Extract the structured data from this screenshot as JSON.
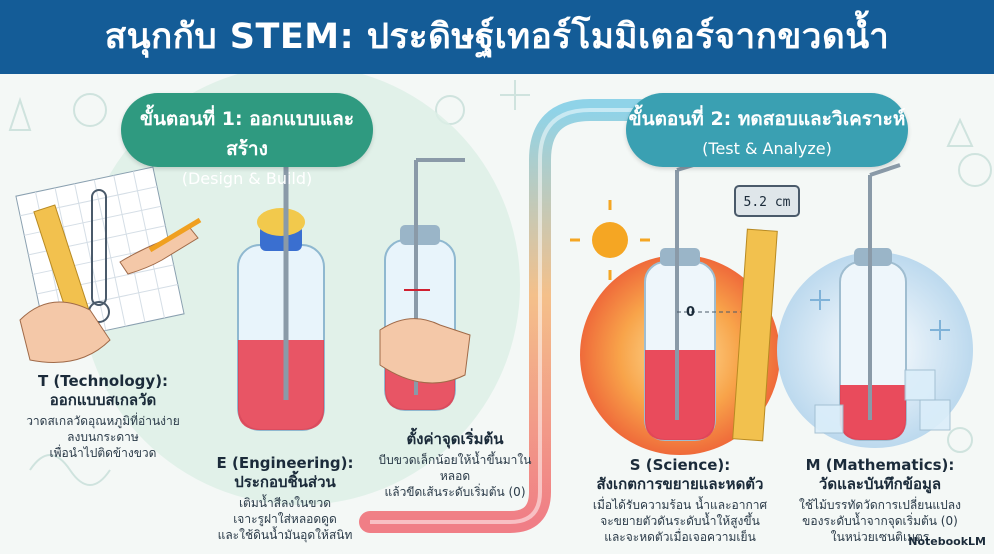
{
  "header": {
    "title": "สนุกกับ STEM: ประดิษฐ์เทอร์โมมิเตอร์จากขวดน้ำ"
  },
  "steps": [
    {
      "label": "ขั้นตอนที่ 1: ออกแบบและสร้าง",
      "label_en": "(Design & Build)"
    },
    {
      "label": "ขั้นตอนที่ 2: ทดสอบและวิเคราะห์",
      "label_en": "(Test & Analyze)"
    }
  ],
  "cards": {
    "technology": {
      "title": "T (Technology):",
      "subtitle": "ออกแบบสเกลวัด",
      "body": [
        "วาดสเกลวัดอุณหภูมิที่อ่านง่าย",
        "ลงบนกระดาษ",
        "เพื่อนำไปติดข้างขวด"
      ]
    },
    "engineering": {
      "title": "E (Engineering):",
      "subtitle": "ประกอบชิ้นส่วน",
      "body": [
        "เติมน้ำสีลงในขวด",
        "เจาะรูฝาใส่หลอดดูด",
        "และใช้ดินน้ำมันอุดให้สนิท"
      ]
    },
    "start_point": {
      "title": "ตั้งค่าจุดเริ่มต้น",
      "body": [
        "บีบขวดเล็กน้อยให้น้ำขึ้นมาในหลอด",
        "แล้วขีดเส้นระดับเริ่มต้น (0)"
      ]
    },
    "science": {
      "title": "S (Science):",
      "subtitle": "สังเกตการขยายและหดตัว",
      "body": [
        "เมื่อได้รับความร้อน น้ำและอากาศ",
        "จะขยายตัวดันระดับน้ำให้สูงขึ้น",
        "และจะหดตัวเมื่อเจอความเย็น"
      ]
    },
    "mathematics": {
      "title": "M (Mathematics):",
      "subtitle": "วัดและบันทึกข้อมูล",
      "body": [
        "ใช้ไม้บรรทัดวัดการเปลี่ยนแปลง",
        "ของระดับน้ำจากจุดเริ่มต้น (0)",
        "ในหน่วยเซนติเมตร"
      ]
    }
  },
  "labels": {
    "zero_mark": "0",
    "measure_display": "5.2 cm"
  },
  "watermark": "NotebookLM",
  "colors": {
    "header": "#145c97",
    "step1": "#2f9a80",
    "step2": "#3aa0b2",
    "liquid": "#e8384a",
    "warm": "#f5a623",
    "cool": "#cfe4f2"
  }
}
